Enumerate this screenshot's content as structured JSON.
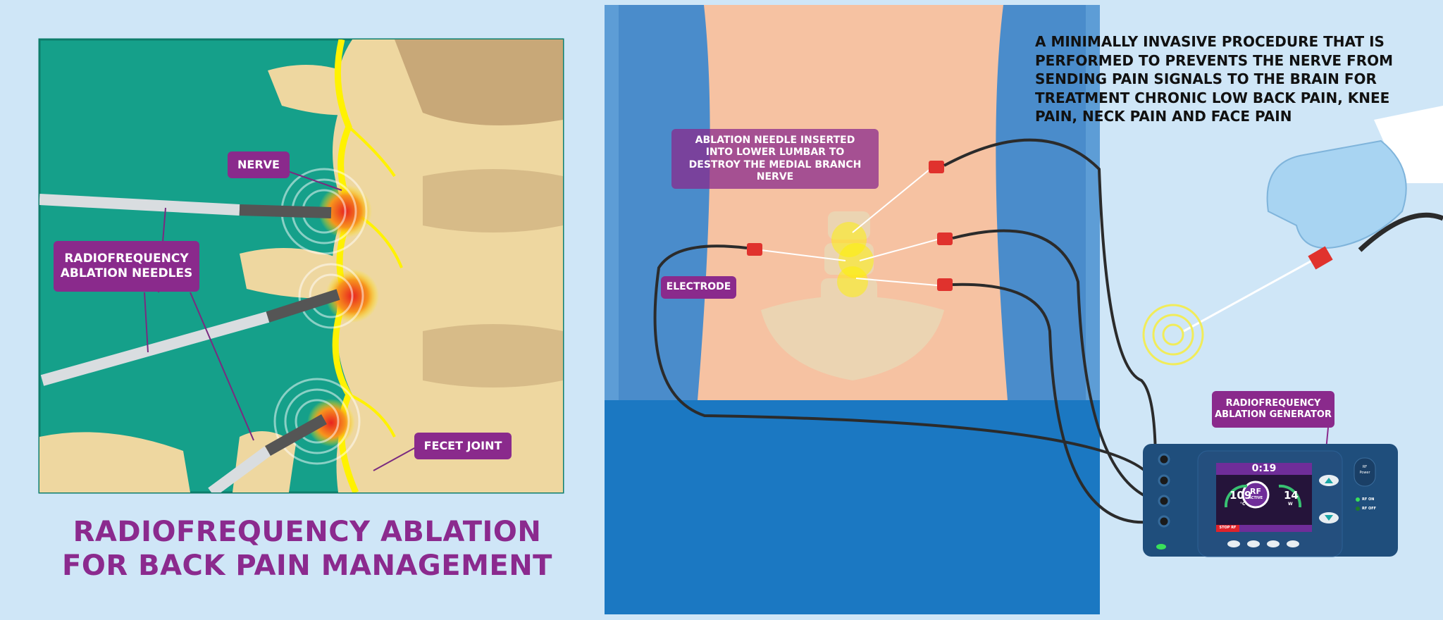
{
  "title": {
    "line1": "RADIOFREQUENCY ABLATION",
    "line2": "FOR BACK PAIN MANAGEMENT"
  },
  "left_panel": {
    "labels": {
      "nerve": "NERVE",
      "needles": "RADIOFREQUENCY ABLATION NEEDLES",
      "facet_joint": "FECET JOINT"
    }
  },
  "center_panel": {
    "labels": {
      "ablation_needle": "ABLATION NEEDLE INSERTED INTO LOWER LUMBAR TO DESTROY THE MEDIAL BRANCH NERVE",
      "electrode": "ELECTRODE"
    }
  },
  "description": "A MINIMALLY INVASIVE PROCEDURE THAT IS PERFORMED TO PREVENTS THE NERVE FROM SENDING PAIN SIGNALS TO THE BRAIN FOR TREATMENT CHRONIC LOW BACK PAIN, KNEE PAIN, NECK PAIN AND FACE PAIN",
  "generator": {
    "label": "RADIOFREQUENCY ABLATION GENERATOR",
    "timer": "0:19",
    "temperature": "109",
    "temperature_unit": "°C",
    "power": "14",
    "power_unit": "W",
    "status_main": "RF",
    "status_sub": "ACTIVE",
    "stop_button": "STOP RF",
    "power_button_line1": "RF",
    "power_button_line2": "Power",
    "indicator_on": "RF ON",
    "indicator_off": "RF OFF"
  },
  "colors": {
    "accent_purple": "#8a2a8c",
    "background": "#cfe6f7",
    "teal": "#17a08a",
    "bone": "#eed7a0",
    "nerve": "#fff200"
  }
}
